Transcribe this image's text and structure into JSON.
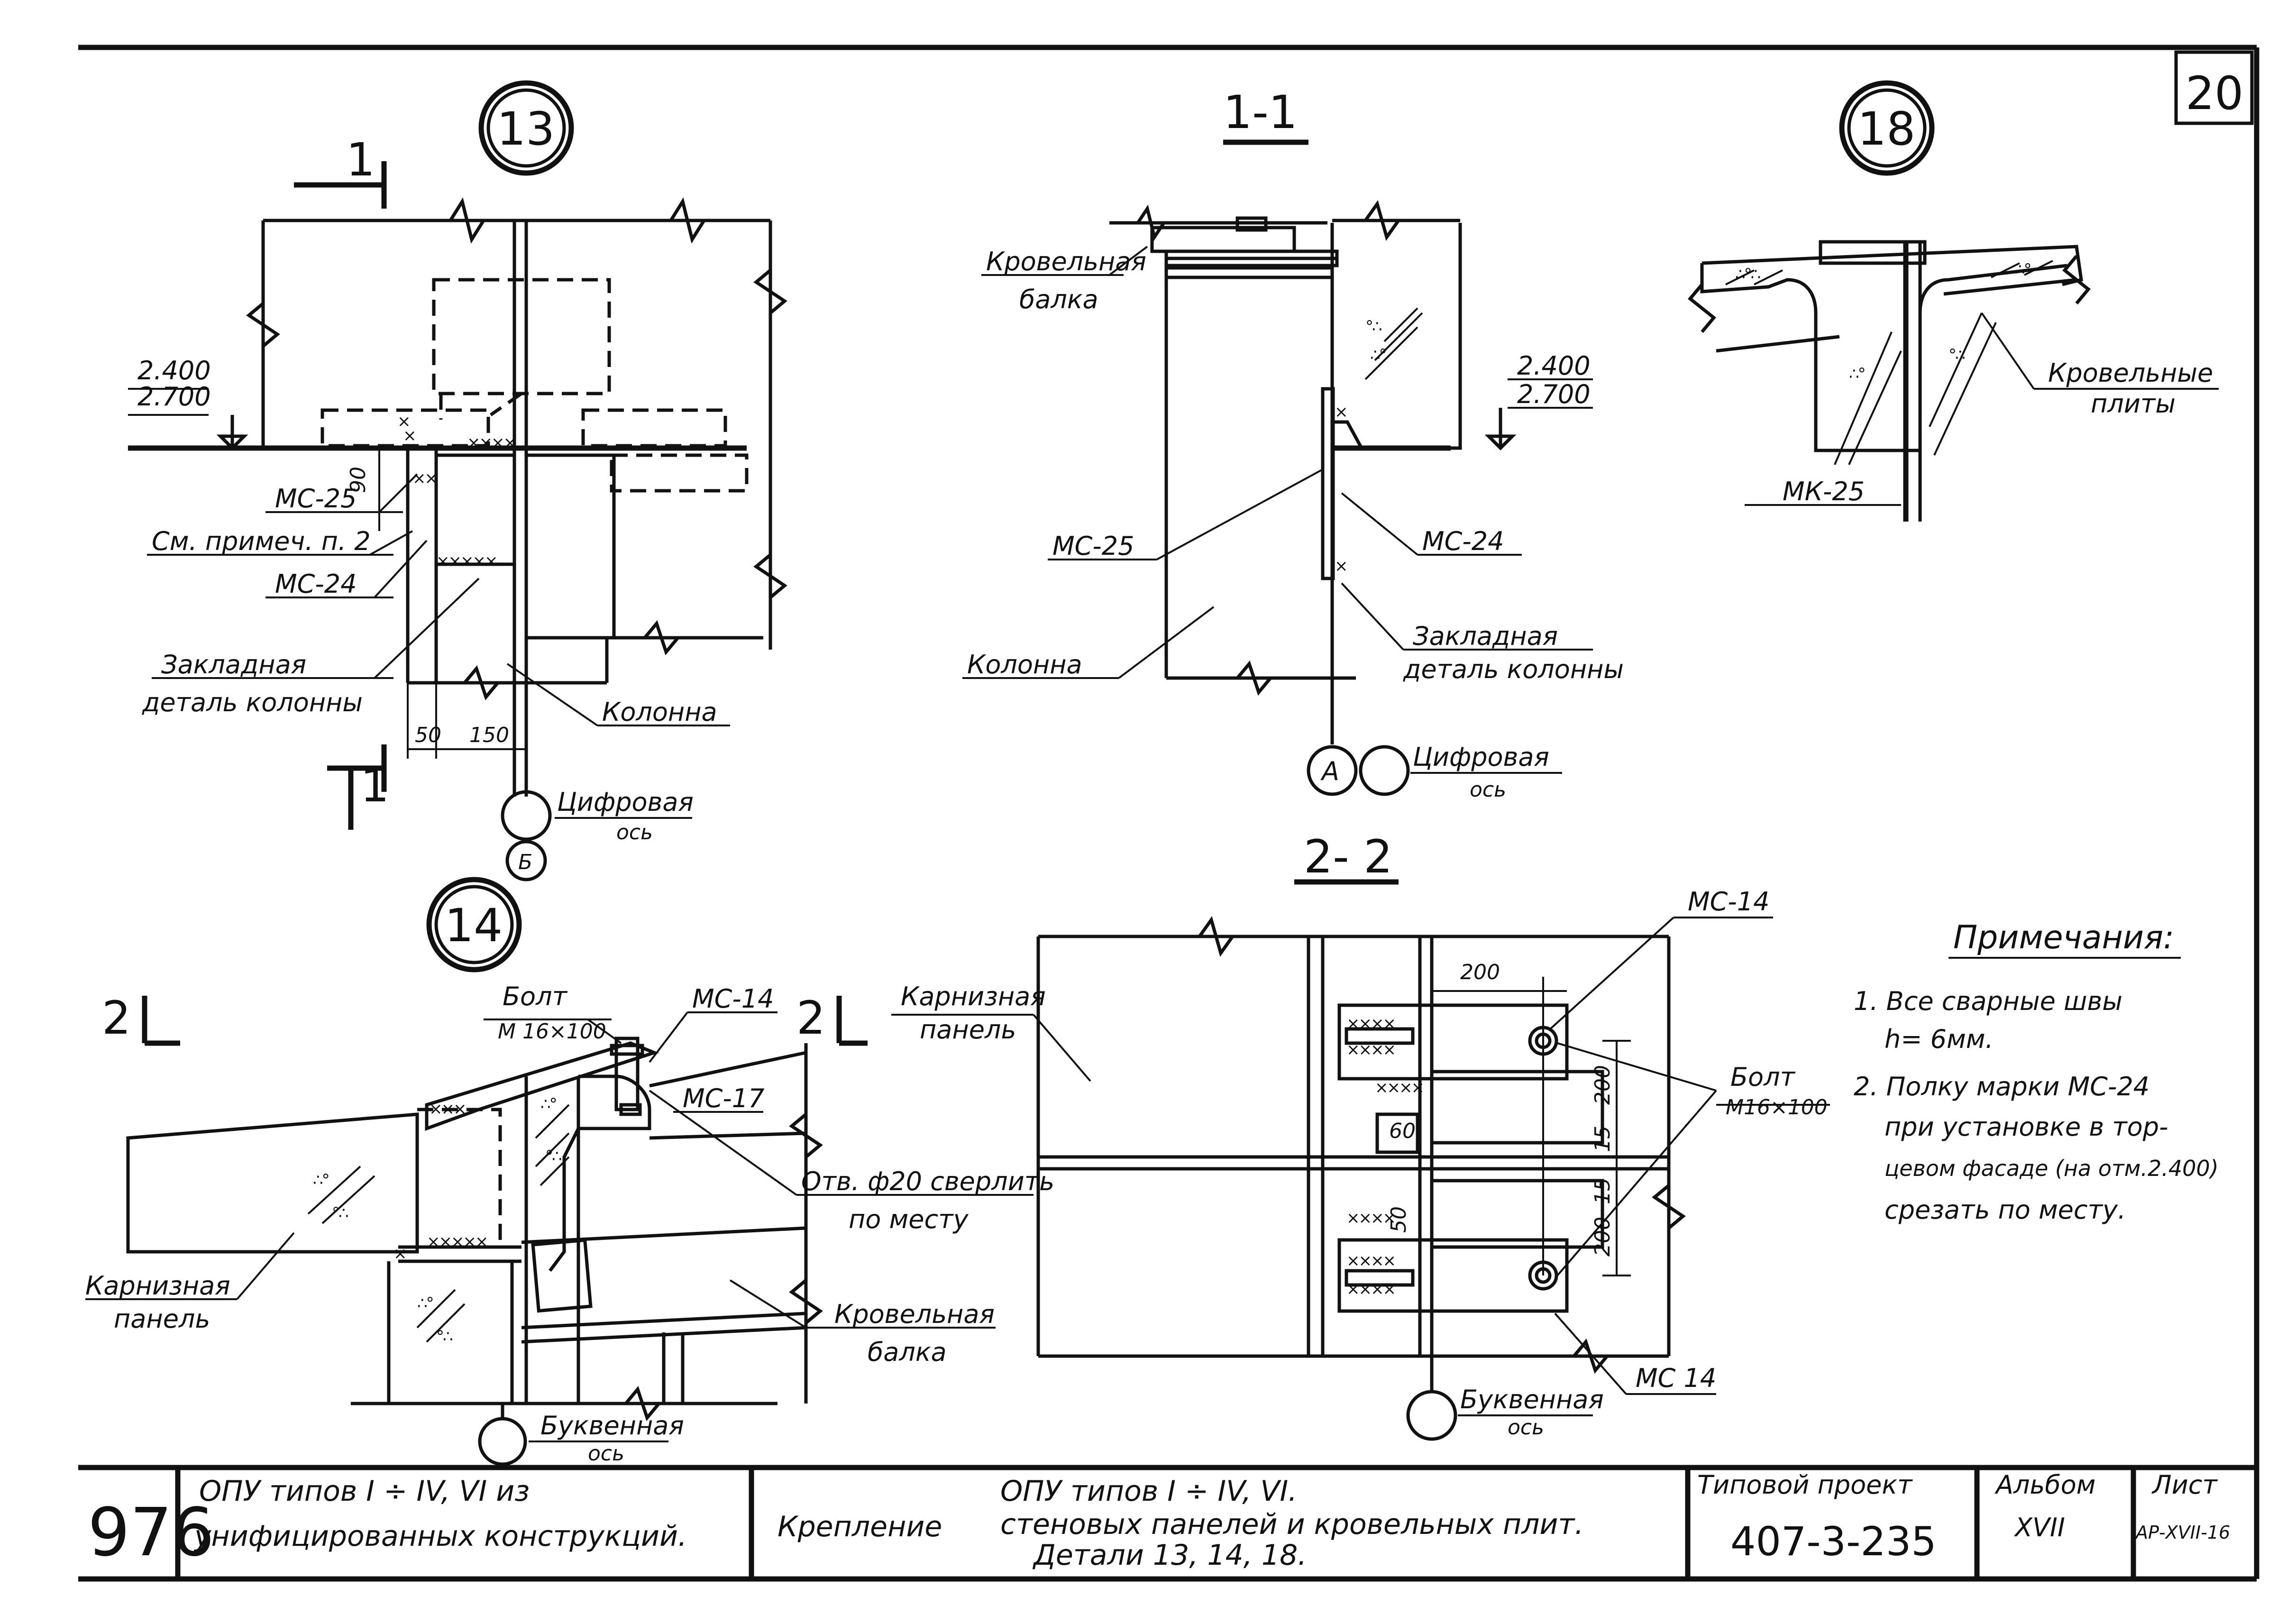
{
  "sheet_number": "20",
  "details": {
    "d13": {
      "marker": "13",
      "section_mark_top": "1",
      "section_mark_bottom": "1",
      "level_1": "2.400",
      "level_2": "2.700",
      "dim_vertical": "90",
      "dim_50": "50",
      "dim_150": "150",
      "label_mc25": "МС-25",
      "label_note": "См. примеч. п. 2",
      "label_mc24": "МС-24",
      "label_embedded_1": "Закладная",
      "label_embedded_2": "деталь колонны",
      "label_column": "Колонна",
      "axis_digital": "Цифровая",
      "axis_word": "ось",
      "axis_letter": "Б"
    },
    "s11": {
      "title": "1-1",
      "label_beam_1": "Кровельная",
      "label_beam_2": "балка",
      "level_1": "2.400",
      "level_2": "2.700",
      "label_mc25": "МС-25",
      "label_mc24": "МС-24",
      "label_column": "Колонна",
      "label_embedded_1": "Закладная",
      "label_embedded_2": "деталь колонны",
      "axis_letter": "А",
      "axis_digital": "Цифровая",
      "axis_word": "ось"
    },
    "d18": {
      "marker": "18",
      "label_slabs_1": "Кровельные",
      "label_slabs_2": "плиты",
      "label_mk25": "МК-25"
    },
    "d14": {
      "marker": "14",
      "section_mark_left": "2",
      "section_mark_right": "2",
      "label_bolt_1": "Болт",
      "label_bolt_2": "М 16×100",
      "label_mc14": "МС-14",
      "label_mc17": "МС-17",
      "label_hole_1": "Отв. ф20 сверлить",
      "label_hole_2": "по месту",
      "label_cornice_1": "Карнизная",
      "label_cornice_2": "панель",
      "label_beam_1": "Кровельная",
      "label_beam_2": "балка",
      "axis_letter_word": "Буквенная",
      "axis_word": "ось"
    },
    "s22": {
      "title": "2- 2",
      "label_cornice_1": "Карнизная",
      "label_cornice_2": "панель",
      "label_mc14_top": "МС-14",
      "label_mc14_bottom": "МС 14",
      "label_bolt_1": "Болт",
      "label_bolt_2": "М16×100",
      "dim_200_top": "200",
      "dim_200_right": "200",
      "dim_15_a": "15",
      "dim_15_b": "15",
      "dim_200_lower": "200",
      "dim_60": "60",
      "dim_50": "50",
      "axis_letter_word": "Буквенная",
      "axis_word": "ось"
    }
  },
  "notes": {
    "title": "Примечания:",
    "items": [
      "1. Все сварные швы",
      "h= 6мм.",
      "2. Полку марки МС-24",
      "при установке в тор-",
      "цевом фасаде (на отм.2.400)",
      "срезать по месту."
    ]
  },
  "title_block": {
    "left_number": "976",
    "left_line1": "ОПУ типов I ÷ IV, VI из",
    "left_line2": "унифицированных конструкций.",
    "mid_prefix": "Крепление",
    "mid_line1": "ОПУ типов I ÷ IV, VI.",
    "mid_line2": "стеновых панелей и кровельных плит.",
    "mid_line3": "Детали 13, 14, 18.",
    "project_label": "Типовой проект",
    "project_value": "407-3-235",
    "album_label": "Альбом",
    "album_value": "XVII",
    "sheet_label": "Лист",
    "sheet_value": "АР-XVII-16"
  }
}
